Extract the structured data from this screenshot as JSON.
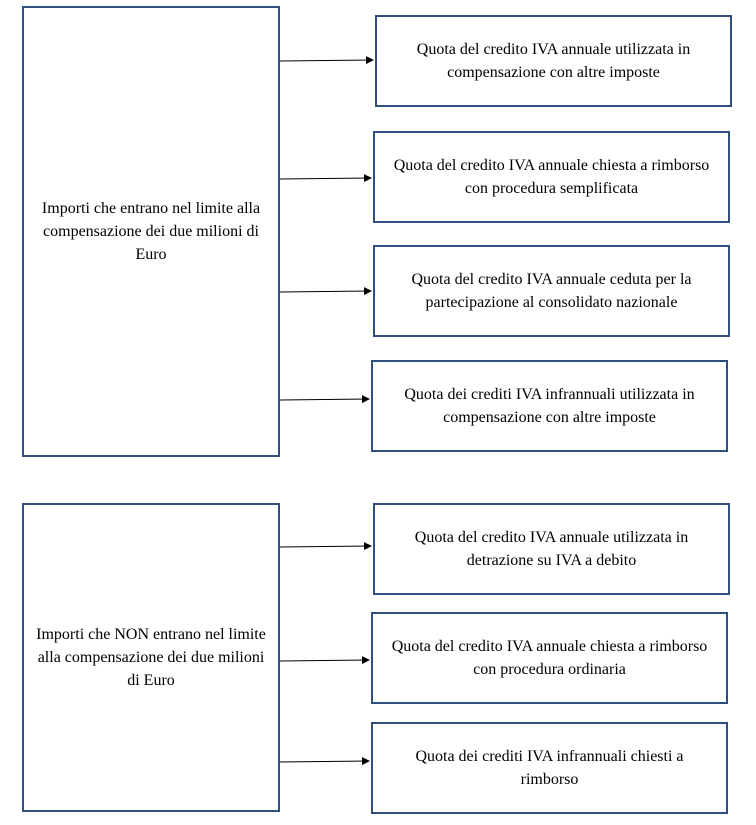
{
  "groups": [
    {
      "source": "Importi che entrano nel limite alla compensazione dei due milioni di Euro",
      "targets": [
        "Quota del credito IVA annuale utilizzata in compensazione con altre imposte",
        "Quota del credito IVA annuale chiesta a rimborso con procedura semplificata",
        "Quota del credito IVA annuale ceduta per la partecipazione al consolidato nazionale",
        "Quota dei crediti IVA infrannuali utilizzata in compensazione con altre imposte"
      ]
    },
    {
      "source": "Importi che NON entrano nel limite alla compensazione dei due milioni di Euro",
      "targets": [
        "Quota del credito IVA annuale utilizzata in detrazione su IVA a debito",
        "Quota del credito IVA annuale chiesta a rimborso con procedura ordinaria",
        "Quota dei crediti IVA infrannuali chiesti a rimborso"
      ]
    }
  ],
  "colors": {
    "box_border": "#2f4f7f",
    "arrow": "#000000"
  }
}
